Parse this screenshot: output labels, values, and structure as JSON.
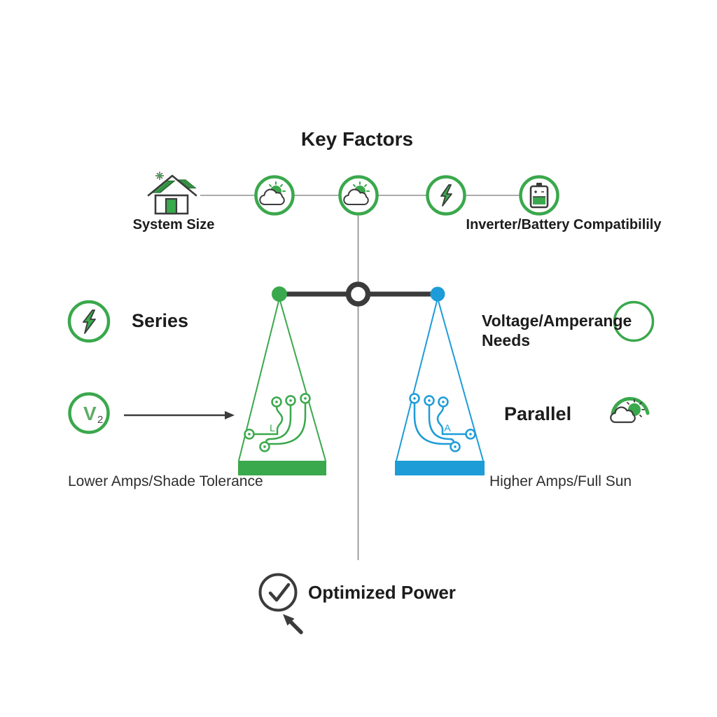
{
  "palette": {
    "green": "#3aa84c",
    "blue": "#1d9cd8",
    "dark": "#3b3b3b",
    "line_gray": "#8f8f8f",
    "text_dark": "#1c1c1c"
  },
  "title": "Key Factors",
  "factors": {
    "system_size": "System Size",
    "inverter_battery": "Inverter/Battery Compatibilily"
  },
  "left_column": {
    "series": "Series",
    "v_label": "V",
    "v_sub": "2"
  },
  "right_column": {
    "voltage_needs": "Voltage/Amperange Needs",
    "parallel": "Parallel"
  },
  "scale": {
    "left_pan_letter": "L",
    "right_pan_letter": "A",
    "left_caption": "Lower Amps/Shade Tolerance",
    "right_caption": "Higher Amps/Full Sun"
  },
  "result": {
    "label": "Optimized Power"
  },
  "icons": {
    "top_row": [
      "house-solar",
      "sun-cloud",
      "sun-cloud",
      "lightning",
      "battery"
    ],
    "left_column": [
      "lightning",
      "v2-voltage"
    ],
    "right_column": [
      "circle-outline",
      "sun-cloud-arc"
    ],
    "bottom": [
      "check-circle",
      "cursor-arrow"
    ]
  }
}
